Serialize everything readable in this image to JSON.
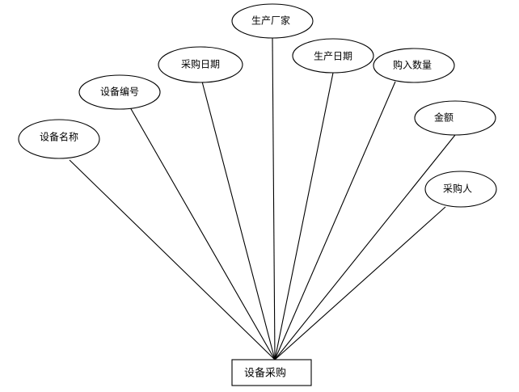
{
  "entity": {
    "label": "设备采购"
  },
  "attributes": [
    {
      "key": "name",
      "label": "设备名称"
    },
    {
      "key": "code",
      "label": "设备编号"
    },
    {
      "key": "buy-date",
      "label": "采购日期"
    },
    {
      "key": "maker",
      "label": "生产厂家"
    },
    {
      "key": "make-date",
      "label": "生产日期"
    },
    {
      "key": "quantity",
      "label": "购入数量"
    },
    {
      "key": "amount",
      "label": "金额"
    },
    {
      "key": "buyer",
      "label": "采购人"
    }
  ]
}
